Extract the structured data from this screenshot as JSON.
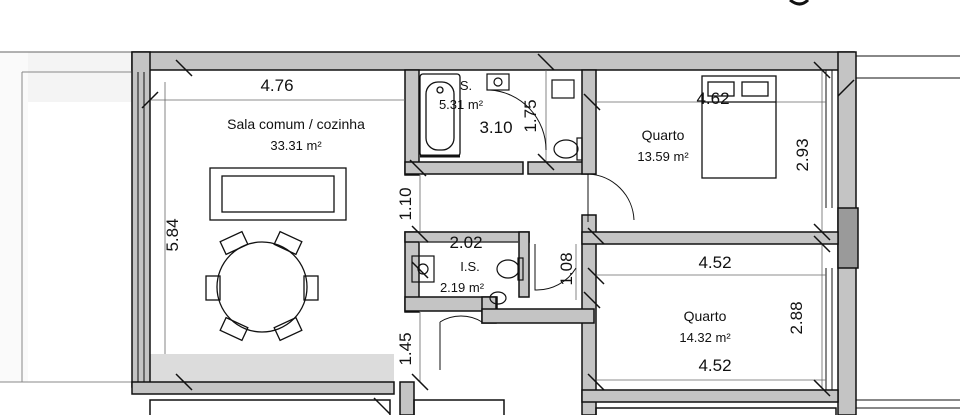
{
  "plan": {
    "rooms": [
      {
        "name": "Sala comum / cozinha",
        "area": "33.31 m²"
      },
      {
        "name": "Quarto",
        "area": "13.59 m²"
      },
      {
        "name": "Quarto",
        "area": "14.32 m²"
      },
      {
        "name": "I.S.",
        "area": "2.19 m²"
      },
      {
        "name": "S.",
        "area": "5.31 m²"
      }
    ],
    "dimensions": [
      "4.76",
      "5.84",
      "1.10",
      "1.45",
      "3.10",
      "1.75",
      "2.02",
      "1.08",
      "4.62",
      "2.93",
      "4.52",
      "2.88",
      "4.52"
    ]
  }
}
